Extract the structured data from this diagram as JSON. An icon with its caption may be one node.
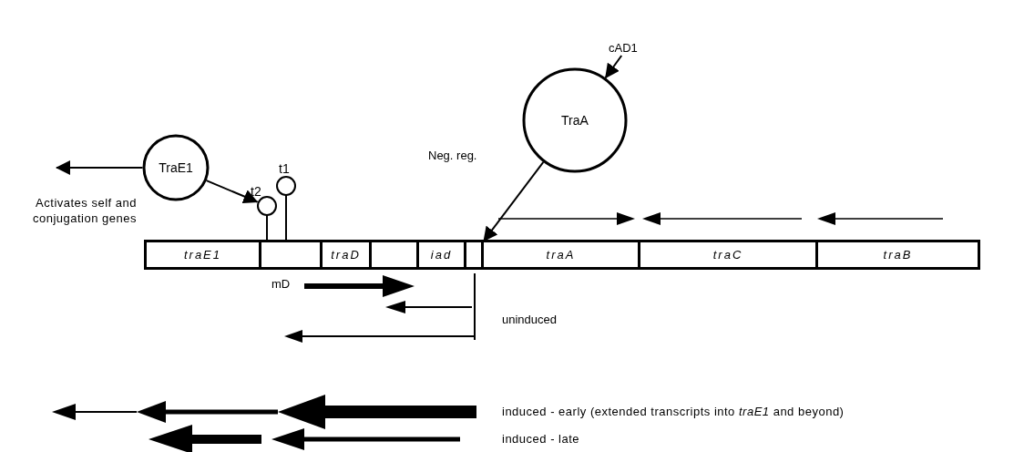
{
  "diagram": {
    "nodes": [
      {
        "text": [
          "cAD1"
        ]
      },
      {
        "text": [
          "TraA"
        ]
      },
      {
        "text": [
          "TraE1"
        ]
      },
      {
        "text": [],
        "shape": "circle",
        "beside": [
          "t2"
        ]
      },
      {
        "text": [],
        "shape": "circle",
        "beside": [
          "t1"
        ]
      },
      {
        "text": [
          "traE1"
        ]
      },
      {
        "text": [],
        "shape": "box"
      },
      {
        "text": [
          "traD"
        ]
      },
      {
        "text": [],
        "shape": "box"
      },
      {
        "text": [
          "iad"
        ]
      },
      {
        "text": [],
        "shape": "box"
      },
      {
        "text": [
          "traA"
        ]
      },
      {
        "text": [
          "traC"
        ]
      },
      {
        "text": [
          "traB"
        ]
      }
    ],
    "edges": [
      {
        "from": 0,
        "to": 1,
        "arrow": "to"
      },
      {
        "from": 1,
        "to": 10,
        "arrow": "to",
        "label": "Neg. reg."
      },
      {
        "from": 2,
        "to": 3,
        "arrow": "to"
      },
      {
        "from": 2,
        "to": null,
        "arrow": "to",
        "label": "Activates self and conjugation genes"
      }
    ],
    "labels": [
      "mD",
      "uninduced",
      "induced - early (extended transcripts into *traE1* and beyond)",
      "induced - late"
    ]
  }
}
